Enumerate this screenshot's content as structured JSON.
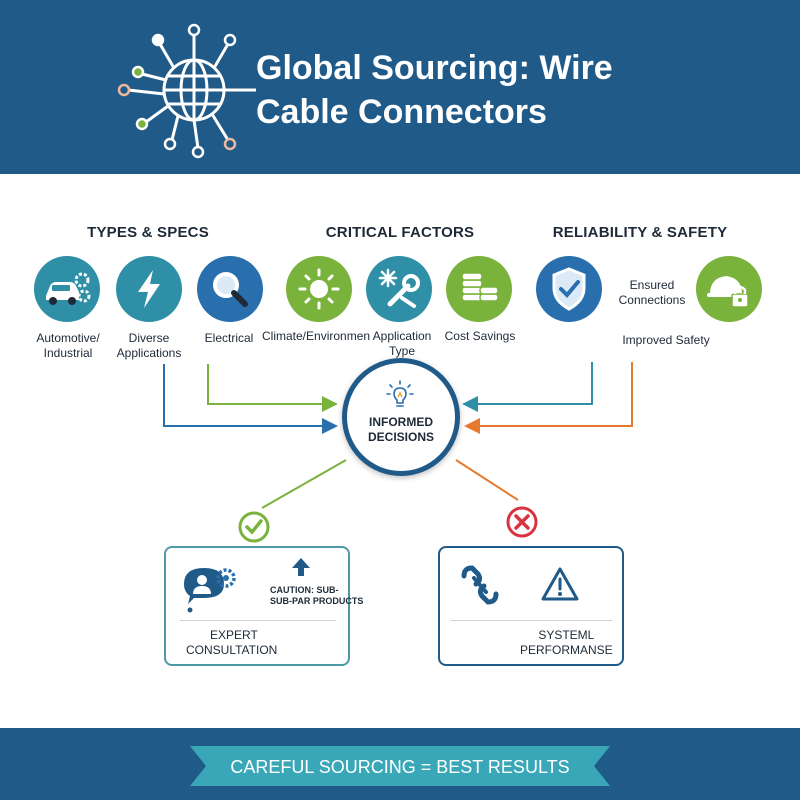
{
  "header": {
    "title_line1": "Global Sourcing: Wire",
    "title_line2": "Cable Connectors",
    "icon": "globe-network-icon"
  },
  "sections": {
    "types": {
      "heading": "TYPES & SPECS",
      "items": [
        {
          "label_line1": "Automotive/",
          "label_line2": "Industrial",
          "icon": "car-gears-icon",
          "color": "#2f8fa6"
        },
        {
          "label_line1": "Diverse",
          "label_line2": "Applications",
          "icon": "lightning-icon",
          "color": "#2f8fa6"
        },
        {
          "label_line1": "Electrical",
          "label_line2": "",
          "icon": "magnifier-icon",
          "color": "#2a6fad"
        }
      ]
    },
    "critical": {
      "heading": "CRITICAL FACTORS",
      "items": [
        {
          "label_line1": "Climate/Environmen",
          "label_line2": "",
          "icon": "sun-icon",
          "color": "#7ab33c"
        },
        {
          "label_line1": "Application",
          "label_line2": "Type",
          "icon": "snowflake-wrench-icon",
          "color": "#2f8fa6"
        },
        {
          "label_line1": "Cost Savings",
          "label_line2": "",
          "icon": "coins-icon",
          "color": "#7ab33c"
        }
      ]
    },
    "reliability": {
      "heading": "RELIABILITY & SAFETY",
      "items": [
        {
          "label_line1": "Ensured",
          "label_line2": "Connections",
          "icon": "shield-check-icon",
          "color": "#2a6fad"
        },
        {
          "label_line1": "Improved Safety",
          "label_line2": "",
          "icon": "hardhat-lock-icon",
          "color": "#7ab33c"
        }
      ]
    }
  },
  "hub": {
    "line1": "INFORMED",
    "line2": "DECISIONS",
    "icon": "lightbulb-icon"
  },
  "good_outcome": {
    "badge": "check-icon",
    "caution_line1": "CAUTION: SUB-",
    "caution_line2": "SUB-PAR PRODUCTS",
    "label_line1": "EXPERT",
    "label_line2": "CONSULTATION",
    "icons": [
      "consultation-icon",
      "arrow-up-icon"
    ]
  },
  "bad_outcome": {
    "badge": "cross-icon",
    "label_line1": "SYSTEML",
    "label_line2": "PERFORMANSE",
    "icons": [
      "broken-link-icon",
      "warning-icon"
    ]
  },
  "footer": {
    "banner": "CAREFUL SOURCING = BEST RESULTS"
  },
  "colors": {
    "navy": "#1f5a88",
    "teal": "#2f8fa6",
    "blue": "#2a6fad",
    "green": "#7ab33c",
    "orange": "#e57a2e",
    "red": "#d9333f",
    "ribbon": "#3aa7b8"
  }
}
